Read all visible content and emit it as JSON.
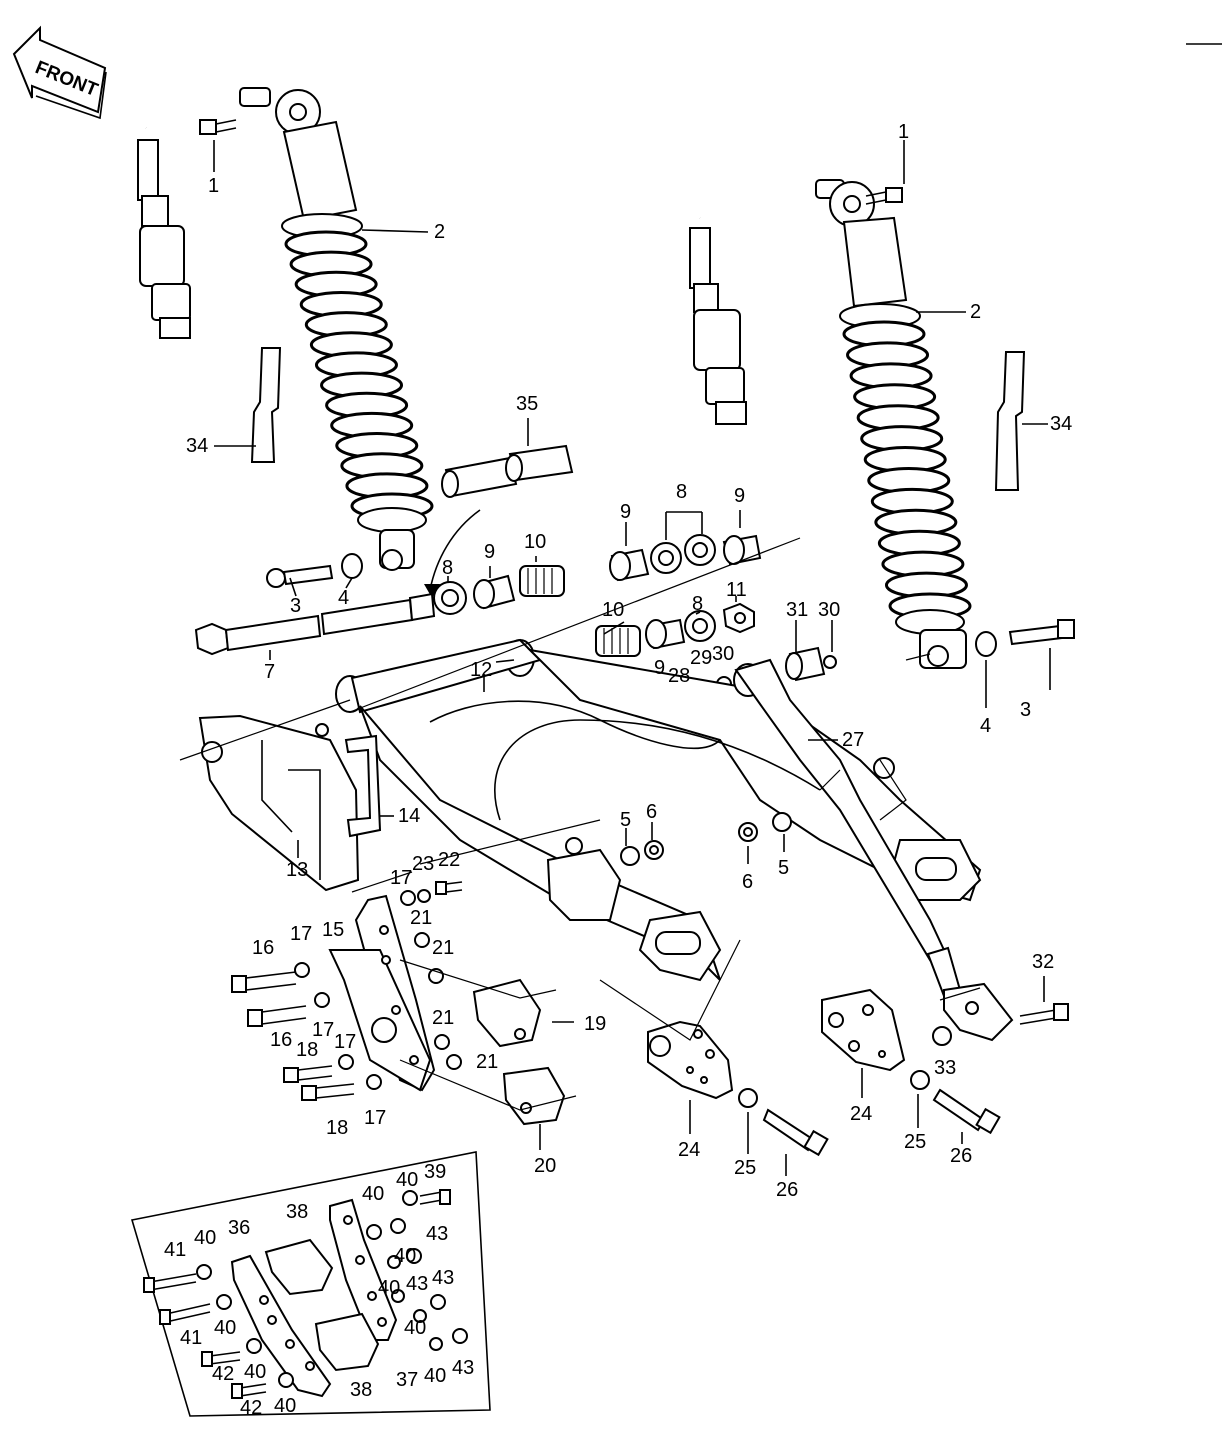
{
  "diagram": {
    "front_label": "FRONT",
    "callouts": [
      {
        "id": "c1a",
        "text": "1"
      },
      {
        "id": "c1b",
        "text": "1"
      },
      {
        "id": "c2a",
        "text": "2"
      },
      {
        "id": "c2b",
        "text": "2"
      },
      {
        "id": "c3a",
        "text": "3"
      },
      {
        "id": "c3b",
        "text": "3"
      },
      {
        "id": "c4a",
        "text": "4"
      },
      {
        "id": "c4b",
        "text": "4"
      },
      {
        "id": "c5a",
        "text": "5"
      },
      {
        "id": "c5b",
        "text": "5"
      },
      {
        "id": "c6a",
        "text": "6"
      },
      {
        "id": "c6b",
        "text": "6"
      },
      {
        "id": "c7",
        "text": "7"
      },
      {
        "id": "c8a",
        "text": "8"
      },
      {
        "id": "c8b",
        "text": "8"
      },
      {
        "id": "c8c",
        "text": "8"
      },
      {
        "id": "c9a",
        "text": "9"
      },
      {
        "id": "c9b",
        "text": "9"
      },
      {
        "id": "c9c",
        "text": "9"
      },
      {
        "id": "c9d",
        "text": "9"
      },
      {
        "id": "c10a",
        "text": "10"
      },
      {
        "id": "c10b",
        "text": "10"
      },
      {
        "id": "c11",
        "text": "11"
      },
      {
        "id": "c12",
        "text": "12"
      },
      {
        "id": "c13",
        "text": "13"
      },
      {
        "id": "c14",
        "text": "14"
      },
      {
        "id": "c15",
        "text": "15"
      },
      {
        "id": "c16a",
        "text": "16"
      },
      {
        "id": "c16b",
        "text": "16"
      },
      {
        "id": "c17a",
        "text": "17"
      },
      {
        "id": "c17b",
        "text": "17"
      },
      {
        "id": "c17c",
        "text": "17"
      },
      {
        "id": "c17d",
        "text": "17"
      },
      {
        "id": "c17e",
        "text": "17"
      },
      {
        "id": "c18a",
        "text": "18"
      },
      {
        "id": "c18b",
        "text": "18"
      },
      {
        "id": "c19",
        "text": "19"
      },
      {
        "id": "c20",
        "text": "20"
      },
      {
        "id": "c21a",
        "text": "21"
      },
      {
        "id": "c21b",
        "text": "21"
      },
      {
        "id": "c21c",
        "text": "21"
      },
      {
        "id": "c21d",
        "text": "21"
      },
      {
        "id": "c22",
        "text": "22"
      },
      {
        "id": "c23",
        "text": "23"
      },
      {
        "id": "c24a",
        "text": "24"
      },
      {
        "id": "c24b",
        "text": "24"
      },
      {
        "id": "c25a",
        "text": "25"
      },
      {
        "id": "c25b",
        "text": "25"
      },
      {
        "id": "c26a",
        "text": "26"
      },
      {
        "id": "c26b",
        "text": "26"
      },
      {
        "id": "c27",
        "text": "27"
      },
      {
        "id": "c28",
        "text": "28"
      },
      {
        "id": "c29",
        "text": "29"
      },
      {
        "id": "c30a",
        "text": "30"
      },
      {
        "id": "c30b",
        "text": "30"
      },
      {
        "id": "c31",
        "text": "31"
      },
      {
        "id": "c32",
        "text": "32"
      },
      {
        "id": "c33",
        "text": "33"
      },
      {
        "id": "c34a",
        "text": "34"
      },
      {
        "id": "c34b",
        "text": "34"
      },
      {
        "id": "c35",
        "text": "35"
      },
      {
        "id": "c36",
        "text": "36"
      },
      {
        "id": "c37",
        "text": "37"
      },
      {
        "id": "c38a",
        "text": "38"
      },
      {
        "id": "c38b",
        "text": "38"
      },
      {
        "id": "c39",
        "text": "39"
      },
      {
        "id": "c40a",
        "text": "40"
      },
      {
        "id": "c40b",
        "text": "40"
      },
      {
        "id": "c40c",
        "text": "40"
      },
      {
        "id": "c40d",
        "text": "40"
      },
      {
        "id": "c40e",
        "text": "40"
      },
      {
        "id": "c40f",
        "text": "40"
      },
      {
        "id": "c40g",
        "text": "40"
      },
      {
        "id": "c40h",
        "text": "40"
      },
      {
        "id": "c40i",
        "text": "40"
      },
      {
        "id": "c40j",
        "text": "40"
      },
      {
        "id": "c41a",
        "text": "41"
      },
      {
        "id": "c41b",
        "text": "41"
      },
      {
        "id": "c42a",
        "text": "42"
      },
      {
        "id": "c42b",
        "text": "42"
      },
      {
        "id": "c43a",
        "text": "43"
      },
      {
        "id": "c43b",
        "text": "43"
      },
      {
        "id": "c43c",
        "text": "43"
      },
      {
        "id": "c43d",
        "text": "43"
      }
    ]
  }
}
